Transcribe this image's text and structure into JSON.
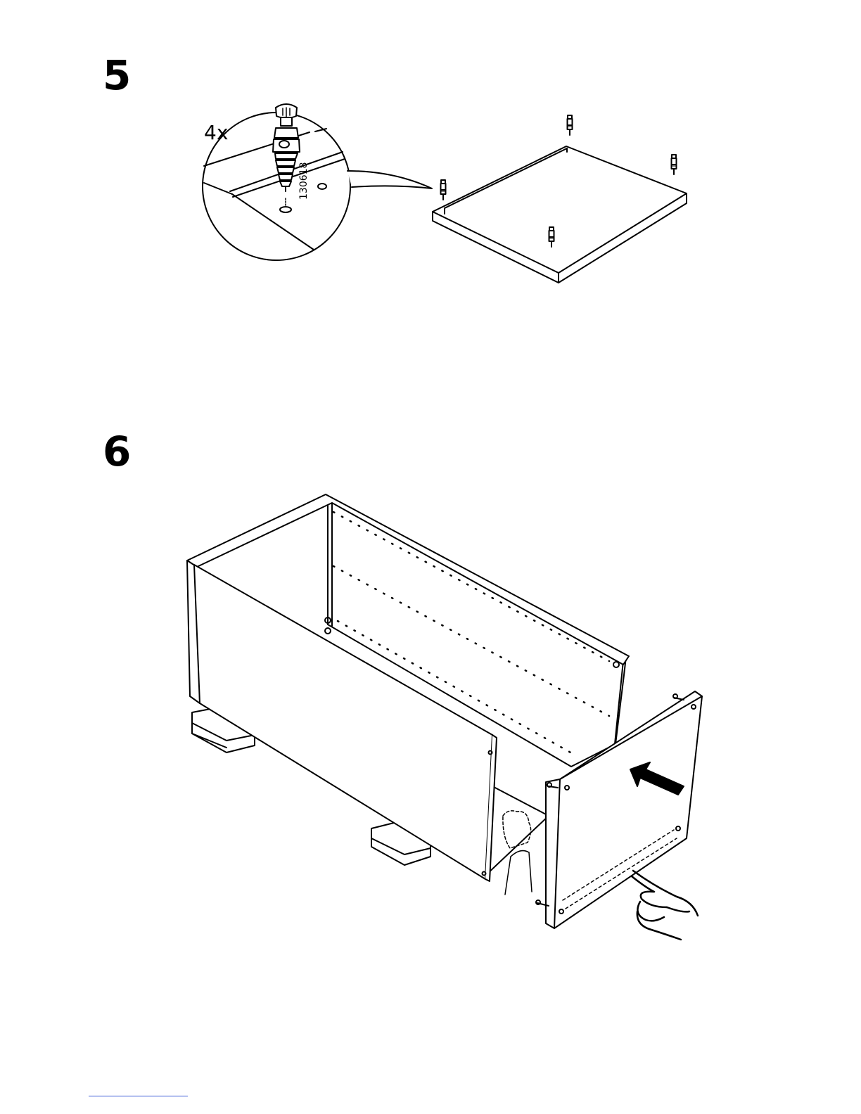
{
  "steps": [
    {
      "number": "5",
      "detail": {
        "quantity_label": "4x",
        "part_number": "130618"
      }
    },
    {
      "number": "6"
    }
  ]
}
